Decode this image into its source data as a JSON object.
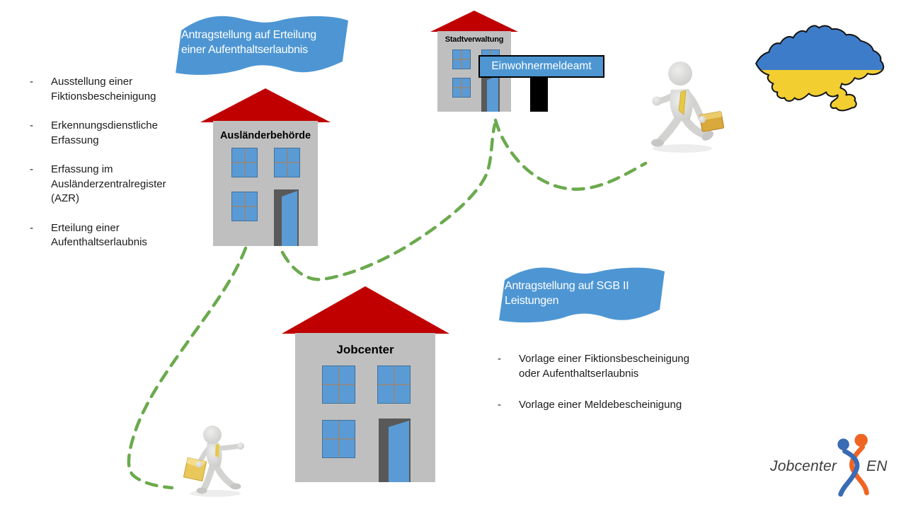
{
  "banners": {
    "permit": "Antragstellung auf Erteilung\neiner Aufenthaltserlaubnis",
    "sgb2": "Antragstellung auf SGB II\nLeistungen"
  },
  "buildings": {
    "auslaenderbehoerde": {
      "label": "Ausländerbehörde"
    },
    "stadtverwaltung": {
      "label": "Stadtverwaltung",
      "sign_label": "Einwohnermeldeamt"
    },
    "jobcenter": {
      "label": "Jobcenter"
    }
  },
  "lists": {
    "bullet": "-",
    "permit_steps": [
      "Ausstellung einer\nFiktionsbescheinigung",
      "Erkennungsdienstliche\nErfassung",
      "Erfassung im\nAusländerzentralregister\n(AZR)",
      "Erteilung einer\nAufenthaltserlaubnis"
    ],
    "sgb2_steps": [
      "Vorlage einer Fiktionsbescheinigung\noder Aufenthaltserlaubnis",
      "Vorlage einer Meldebescheinigung"
    ]
  },
  "logo": {
    "name_left": "Jobcenter",
    "name_right": "EN"
  },
  "icons": {
    "ukraine_map": "ukraine-map",
    "person_top": "person-walking-3d-with-briefcase",
    "person_bottom": "person-walking-3d-with-folder",
    "route": "green-dashed-route"
  },
  "colors": {
    "banner_blue": "#4E96D3",
    "roof_red": "#C00000",
    "building_gray": "#BFBFBF",
    "window_blue": "#5B9BD5",
    "door_dark": "#595959",
    "route_green": "#6BAA4D",
    "sign_blue": "#4D96D2",
    "ukraine_blue": "#3D7CC9",
    "ukraine_yellow": "#F2CE30",
    "logo_blue": "#3A6BB5",
    "logo_orange": "#F06423"
  }
}
